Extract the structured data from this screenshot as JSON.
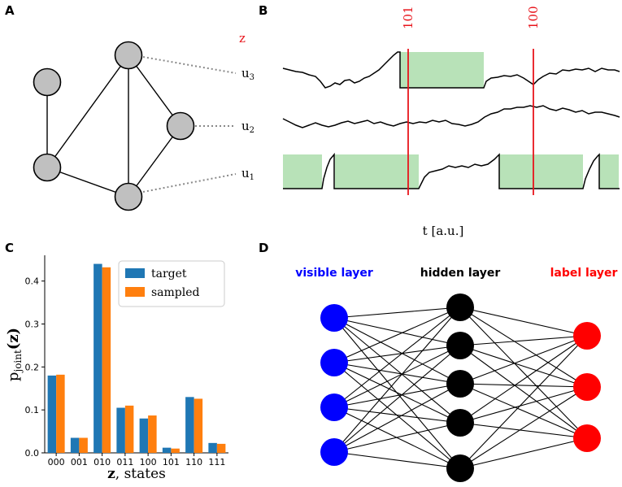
{
  "panels": {
    "a": {
      "letter": "A",
      "z_label": "z",
      "unit_labels": [
        {
          "base": "u",
          "sub": "3"
        },
        {
          "base": "u",
          "sub": "2"
        },
        {
          "base": "u",
          "sub": "1"
        }
      ]
    },
    "b": {
      "letter": "B",
      "state_markers": [
        "101",
        "100"
      ],
      "xlabel": "t [a.u.]"
    },
    "c": {
      "letter": "C",
      "legend": [
        "target",
        "sampled"
      ]
    },
    "d": {
      "letter": "D",
      "visible_label": "visible layer",
      "hidden_label": "hidden layer",
      "label_label": "label layer",
      "visible_color": "#0000ff",
      "hidden_color": "#000000",
      "label_color": "#ff0000"
    }
  },
  "colors": {
    "target": "#1f77b4",
    "sampled": "#ff7f0e",
    "marker": "#e8141b",
    "refractory": "#b8e2b8",
    "node_fill": "#c0c0c0"
  },
  "chart_data": {
    "type": "bar",
    "categories": [
      "000",
      "001",
      "010",
      "011",
      "100",
      "101",
      "110",
      "111"
    ],
    "series": [
      {
        "name": "target",
        "values": [
          0.18,
          0.035,
          0.44,
          0.105,
          0.08,
          0.012,
          0.13,
          0.023
        ]
      },
      {
        "name": "sampled",
        "values": [
          0.182,
          0.035,
          0.432,
          0.11,
          0.087,
          0.01,
          0.126,
          0.021
        ]
      }
    ],
    "ylim": [
      0,
      0.46
    ],
    "yticks": [
      0.0,
      0.1,
      0.2,
      0.3,
      0.4
    ],
    "ylabel": {
      "base": "p",
      "sub": "joint",
      "arg": "(z)"
    },
    "xlabel": {
      "bold": "z",
      "rest": ", states"
    },
    "legend_position": "upper-right"
  }
}
